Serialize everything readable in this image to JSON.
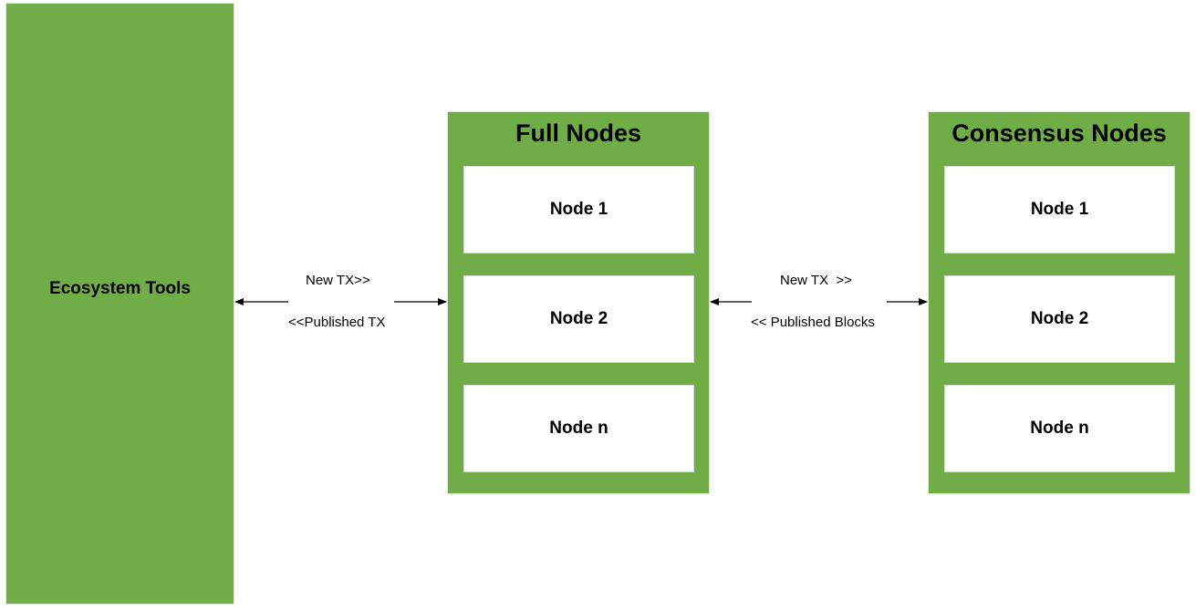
{
  "colors": {
    "box_fill": "#70ad47",
    "node_fill": "#ffffff",
    "arrow": "#000000"
  },
  "ecosystem": {
    "label": "Ecosystem Tools"
  },
  "full_nodes": {
    "title": "Full Nodes",
    "nodes": [
      "Node 1",
      "Node 2",
      "Node n"
    ]
  },
  "consensus_nodes": {
    "title": "Consensus Nodes",
    "nodes": [
      "Node 1",
      "Node 2",
      "Node n"
    ]
  },
  "edges": [
    {
      "top_label": "New TX>>",
      "bottom_label": "<<Published TX"
    },
    {
      "top_label": "New TX  >>",
      "bottom_label": "<< Published Blocks"
    }
  ]
}
